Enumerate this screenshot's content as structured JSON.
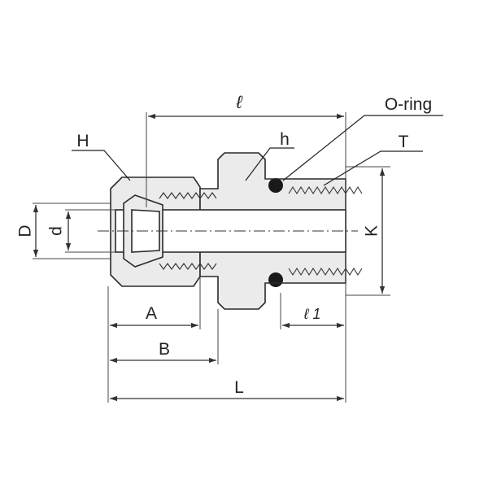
{
  "labels": {
    "l": "ℓ",
    "oring": "O-ring",
    "H": "H",
    "h": "h",
    "T": "T",
    "D": "D",
    "d": "d",
    "K": "K",
    "l1": "ℓ 1",
    "A": "A",
    "B": "B",
    "L": "L"
  }
}
